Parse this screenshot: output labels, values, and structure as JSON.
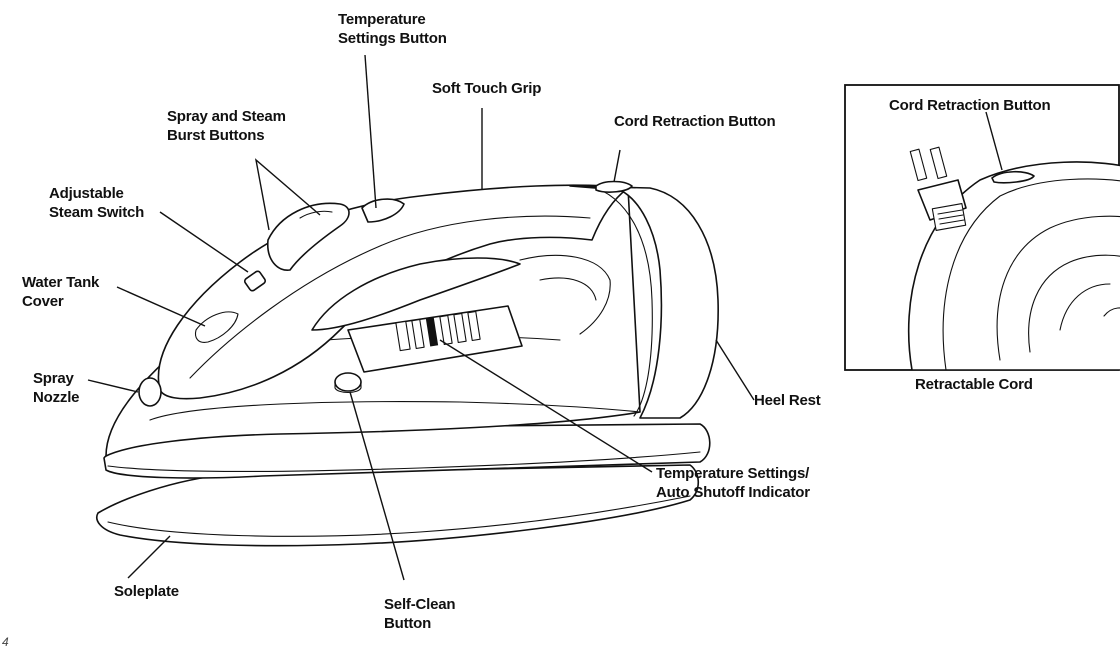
{
  "labels": {
    "temp_button": [
      "Temperature",
      "Settings Button"
    ],
    "soft_grip": [
      "Soft Touch Grip"
    ],
    "spray_steam": [
      "Spray and Steam",
      "Burst Buttons"
    ],
    "cord_button": [
      "Cord Retraction Button"
    ],
    "steam_switch": [
      "Adjustable",
      "Steam Switch"
    ],
    "water_tank": [
      "Water Tank",
      "Cover"
    ],
    "spray_nozzle": [
      "Spray",
      "Nozzle"
    ],
    "heel_rest": [
      "Heel Rest"
    ],
    "temp_indicator": [
      "Temperature Settings/",
      "Auto Shutoff Indicator"
    ],
    "soleplate": [
      "Soleplate"
    ],
    "self_clean": [
      "Self-Clean",
      "Button"
    ]
  },
  "inset": {
    "title": "Cord Retraction Button",
    "caption": "Retractable Cord"
  },
  "page_number": "4",
  "colors": {
    "ink": "#111111",
    "paper": "#ffffff"
  }
}
